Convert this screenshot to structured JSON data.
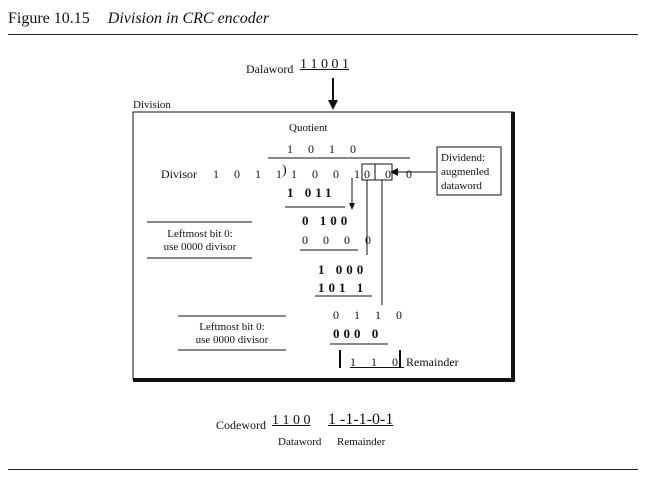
{
  "figure": {
    "number": "Figure 10.15",
    "caption": "Division in CRC encoder"
  },
  "dataword": {
    "label": "Dalaword",
    "bits": "1 1  0  0  1"
  },
  "division_box": {
    "label": "Division",
    "quotient_label": "Quotient",
    "quotient_bits": "1 0 1 0",
    "divisor_label": "Divisor",
    "divisor_bits": "1 0 1 1",
    "dividend_bits": "1 0 0 1",
    "augmented_bits": "0 0 0",
    "dividend_note": [
      "Dividend:",
      "augmenled",
      "dataword"
    ],
    "steps": [
      "1 011",
      "0 100",
      "0 0 0 0",
      "1 000",
      "101 1",
      "0 1 1 0",
      "000 0"
    ],
    "note_top": [
      "Leftmost bit 0:",
      "use 0000 divisor"
    ],
    "note_bottom": [
      "Leftmost bit 0:",
      "use 0000 divisor"
    ],
    "remainder_bits": "1 1 0",
    "remainder_label": "Remainder"
  },
  "codeword": {
    "label": "Codeword",
    "dataword_bits": "1 1  0  0",
    "remainder_bits": "1 -1-1-0-1",
    "dataword_caption": "Dataword",
    "remainder_caption": "Remainder"
  }
}
